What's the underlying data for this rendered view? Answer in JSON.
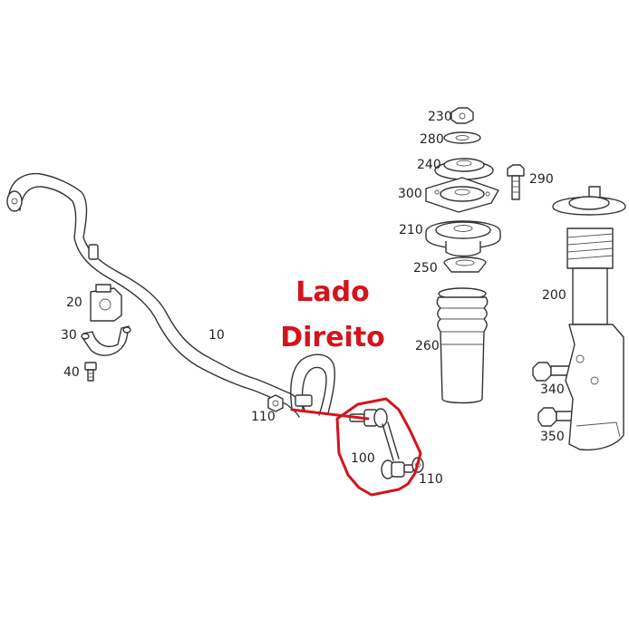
{
  "title": {
    "line1": "Lado",
    "line2": "Direito",
    "color": "#d4141c"
  },
  "highlight_color": "#d4141c",
  "callouts": {
    "p10": "10",
    "p20": "20",
    "p30": "30",
    "p40": "40",
    "p100": "100",
    "p110_left": "110",
    "p110_right": "110",
    "p200": "200",
    "p210": "210",
    "p230": "230",
    "p240": "240",
    "p250": "250",
    "p260": "260",
    "p280": "280",
    "p290": "290",
    "p300": "300",
    "p340": "340",
    "p350": "350"
  }
}
